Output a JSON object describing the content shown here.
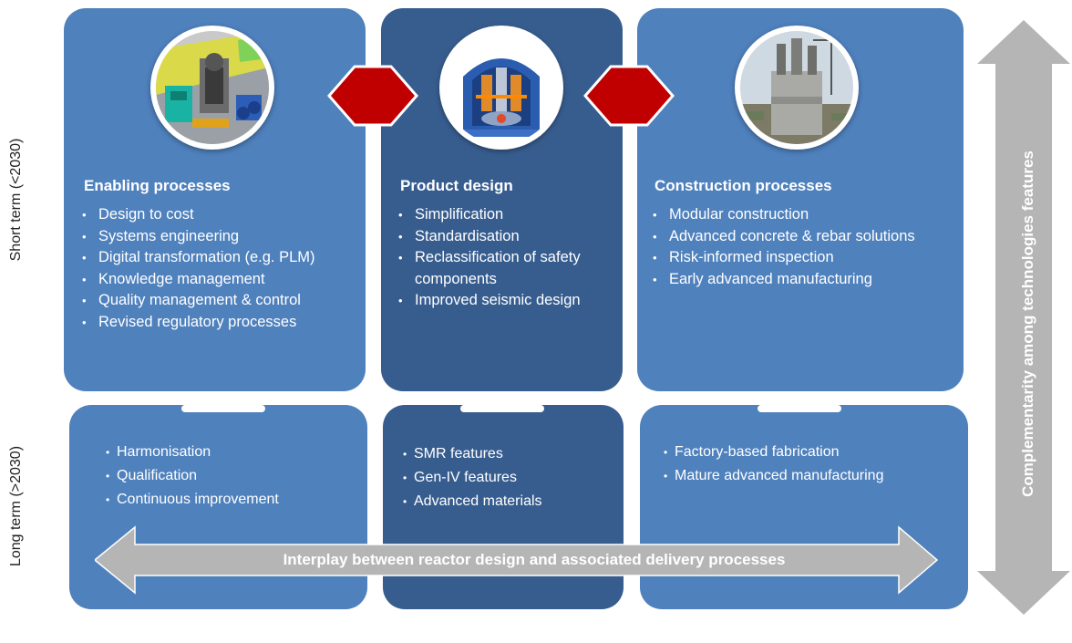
{
  "row_labels": {
    "short_term": "Short term (<2030)",
    "long_term": "Long term (>2030)"
  },
  "columns": [
    {
      "title": "Enabling processes",
      "image_icon": "design-software-model-icon",
      "short_items": [
        "Design to cost",
        "Systems engineering",
        "Digital transformation (e.g. PLM)",
        "Knowledge management",
        "Quality management & control",
        "Revised regulatory processes"
      ],
      "long_items": [
        "Harmonisation",
        "Qualification",
        "Continuous improvement"
      ]
    },
    {
      "title": "Product design",
      "image_icon": "reactor-cutaway-icon",
      "short_items": [
        "Simplification",
        "Standardisation",
        "Reclassification of safety components",
        "Improved seismic design"
      ],
      "long_items": [
        "SMR features",
        "Gen-IV features",
        "Advanced materials"
      ]
    },
    {
      "title": "Construction processes",
      "image_icon": "construction-site-icon",
      "short_items": [
        "Modular construction",
        "Advanced concrete & rebar solutions",
        "Risk-informed inspection",
        "Early advanced manufacturing"
      ],
      "long_items": [
        "Factory-based fabrication",
        "Mature advanced manufacturing"
      ]
    }
  ],
  "arrows": {
    "horizontal_label": "Interplay between reactor design and associated delivery processes",
    "vertical_label": "Complementarity among technologies features"
  },
  "colors": {
    "panel_light": "#4f81bd",
    "panel_dark": "#375d8f",
    "connector_red": "#c00000",
    "arrow_grey": "#b5b5b5"
  }
}
